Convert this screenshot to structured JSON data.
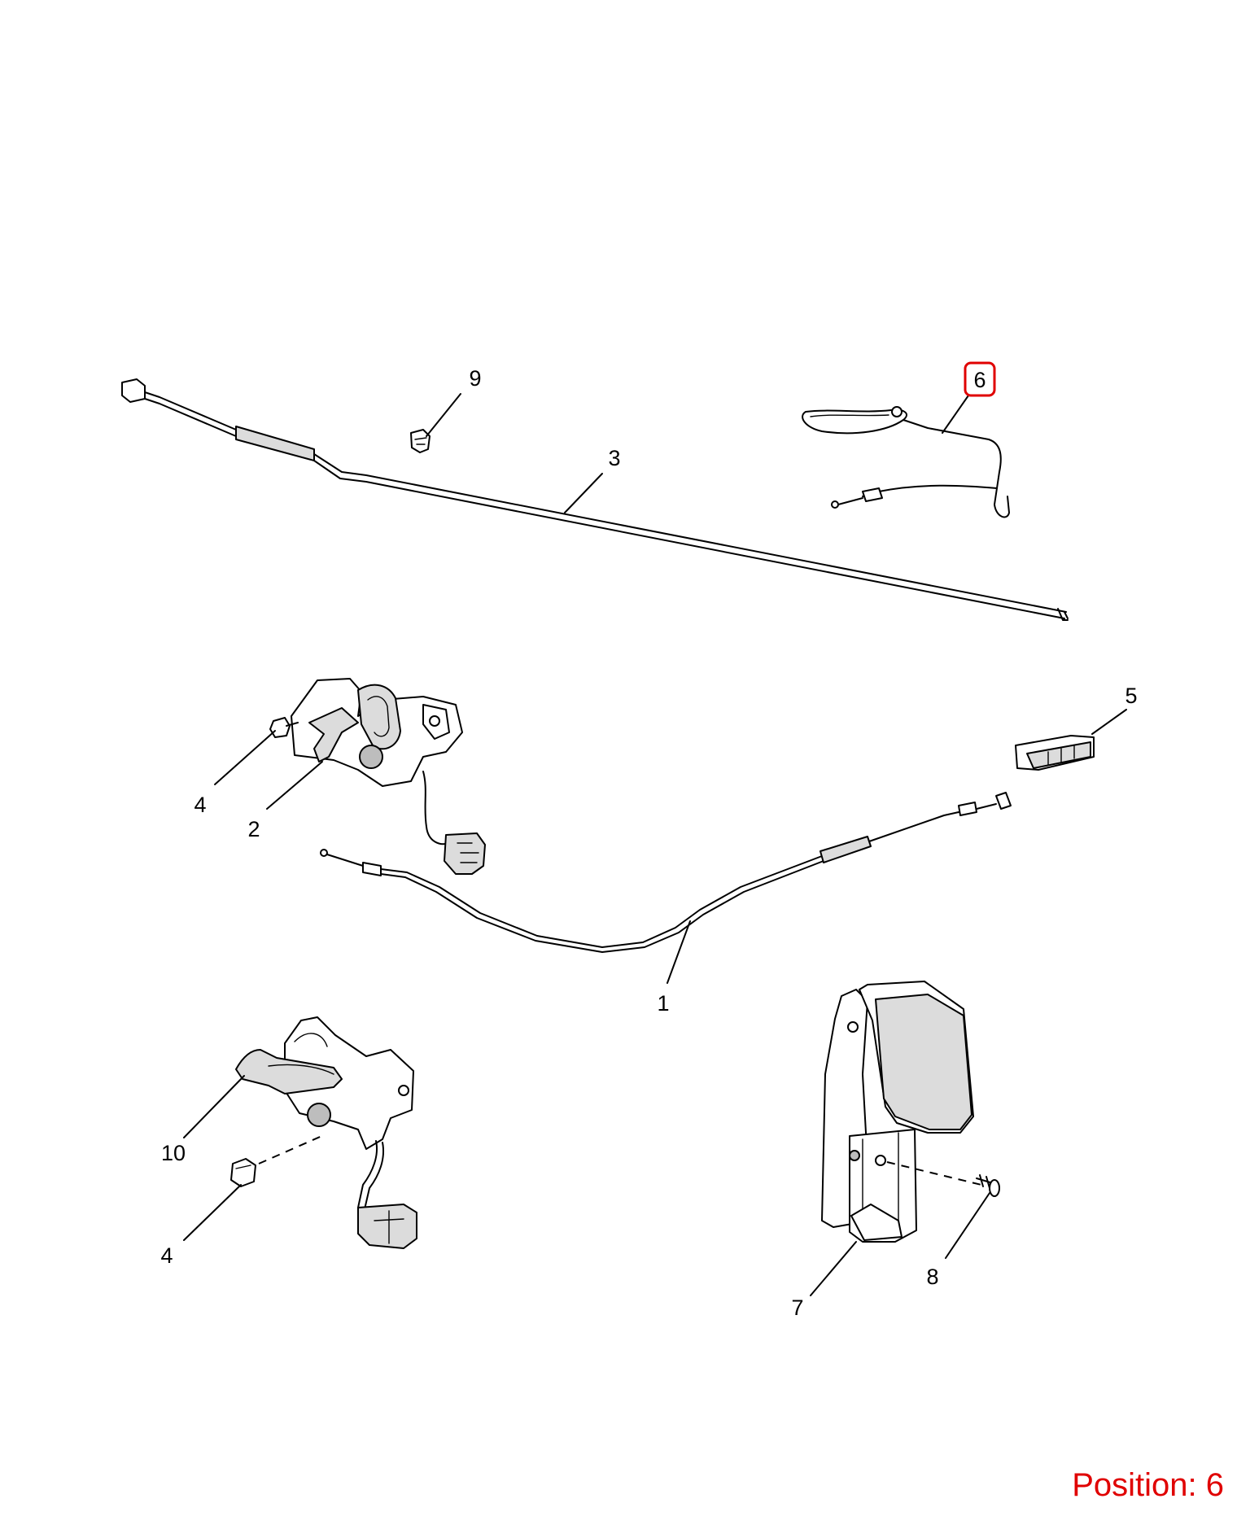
{
  "diagram": {
    "callouts": [
      {
        "id": "c1",
        "label": "1"
      },
      {
        "id": "c2",
        "label": "2"
      },
      {
        "id": "c3",
        "label": "3"
      },
      {
        "id": "c4a",
        "label": "4"
      },
      {
        "id": "c4b",
        "label": "4"
      },
      {
        "id": "c5",
        "label": "5"
      },
      {
        "id": "c6",
        "label": "6"
      },
      {
        "id": "c7",
        "label": "7"
      },
      {
        "id": "c8",
        "label": "8"
      },
      {
        "id": "c9",
        "label": "9"
      },
      {
        "id": "c10",
        "label": "10"
      }
    ],
    "highlighted_callout": "6",
    "highlight_color": "#e00000",
    "position_text": "Position: 6"
  }
}
